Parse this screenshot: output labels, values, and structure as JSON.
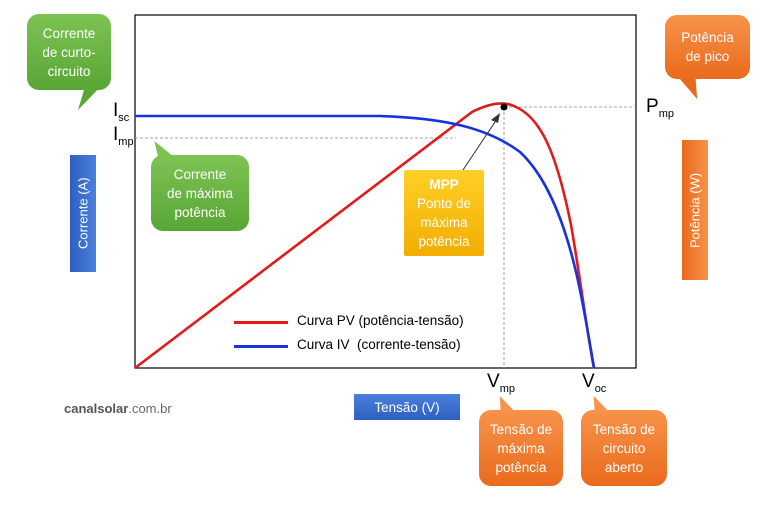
{
  "colors": {
    "pv_curve": "#e41a1a",
    "iv_curve": "#1733e0",
    "green": "#6ab843",
    "orange": "#ef7b2c",
    "blue": "#3c6fd0",
    "gold": "#f7bf13"
  },
  "callouts": {
    "short_circuit": [
      "Corrente",
      "de curto-",
      "circuito"
    ],
    "max_current": [
      "Corrente",
      "de máxima",
      "potência"
    ],
    "peak_power": [
      "Potência",
      "de pico"
    ],
    "max_voltage": [
      "Tensão de",
      "máxima",
      "potência"
    ],
    "open_circuit": [
      "Tensão de",
      "circuito",
      "aberto"
    ]
  },
  "axes": {
    "y_left": "Corrente (A)",
    "y_right": "Potência (W)",
    "x": "Tensão (V)",
    "isc": {
      "base": "I",
      "sub": "sc"
    },
    "imp": {
      "base": "I",
      "sub": "mp"
    },
    "pmp": {
      "base": "P",
      "sub": "mp"
    },
    "vmp": {
      "base": "V",
      "sub": "mp"
    },
    "voc": {
      "base": "V",
      "sub": "oc"
    }
  },
  "mpp": {
    "title": "MPP",
    "lines": [
      "Ponto de",
      "máxima",
      "potência"
    ]
  },
  "legend": {
    "pv": "Curva PV (potência-tensão)",
    "iv": "Curva IV  (corrente-tensão)"
  },
  "brand": {
    "bold": "canalsolar",
    "rest": ".com.br"
  }
}
